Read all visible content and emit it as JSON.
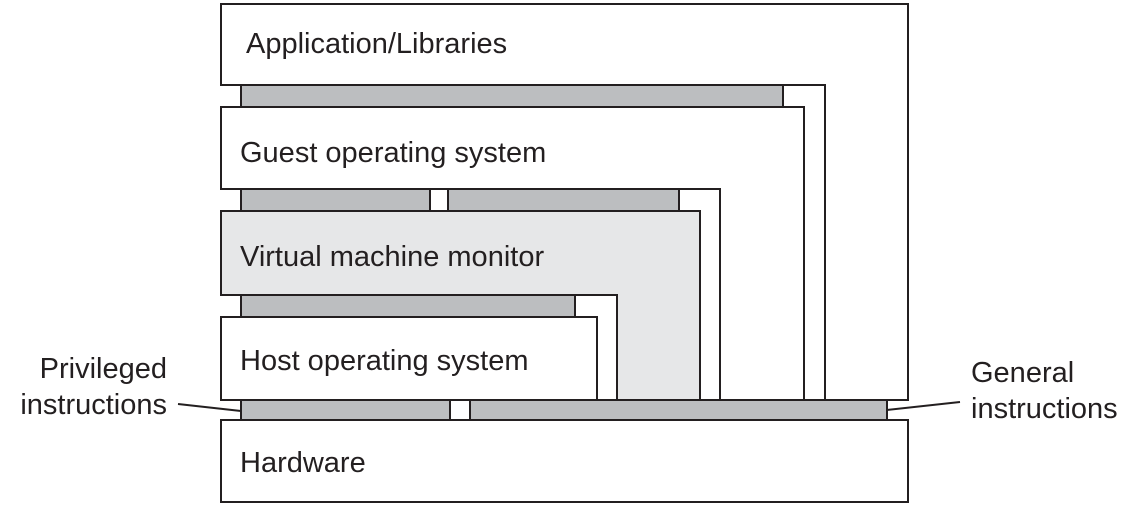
{
  "layers": {
    "application": "Application/Libraries",
    "guest_os": "Guest operating system",
    "vmm": "Virtual machine monitor",
    "host_os": "Host operating system",
    "hardware": "Hardware"
  },
  "annotations": {
    "privileged_line1": "Privileged",
    "privileged_line2": "instructions",
    "general_line1": "General",
    "general_line2": "instructions"
  },
  "colors": {
    "outline": "#231f20",
    "interface_bar": "#bcbec0",
    "vmm_fill": "#e6e7e8",
    "layer_fill": "#ffffff"
  }
}
